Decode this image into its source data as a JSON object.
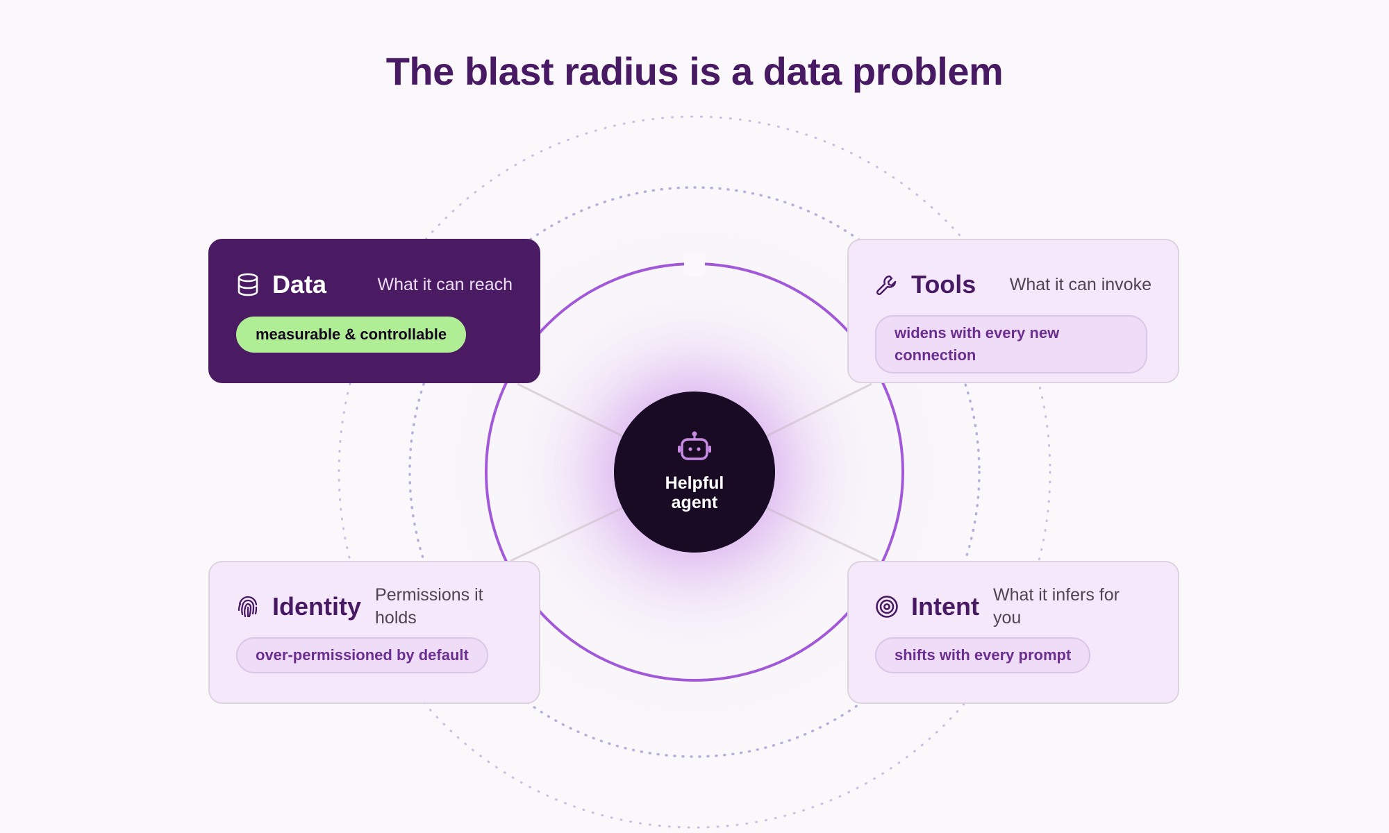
{
  "title": "The blast radius is a data problem",
  "hub": {
    "label": "Helpful agent",
    "icon": "robot-icon"
  },
  "cards": {
    "data": {
      "title": "Data",
      "subtitle": "What it can reach",
      "tag": "measurable & controllable",
      "icon": "database-icon"
    },
    "tools": {
      "title": "Tools",
      "subtitle": "What it can invoke",
      "tag": "widens with every new connection",
      "icon": "wrench-icon"
    },
    "identity": {
      "title": "Identity",
      "subtitle": "Permissions it holds",
      "tag": "over-permissioned by default",
      "icon": "fingerprint-icon"
    },
    "intent": {
      "title": "Intent",
      "subtitle": "What it infers for you",
      "tag": "shifts with every prompt",
      "icon": "target-icon"
    }
  },
  "colors": {
    "title": "#481a63",
    "ring": "#a259d9",
    "hub": "#190b24",
    "highlight_card": "#4a1b63",
    "highlight_tag": "#b0ee96",
    "card_background": "#f6e8fb",
    "dotted_rings": "#b9b2dc"
  }
}
